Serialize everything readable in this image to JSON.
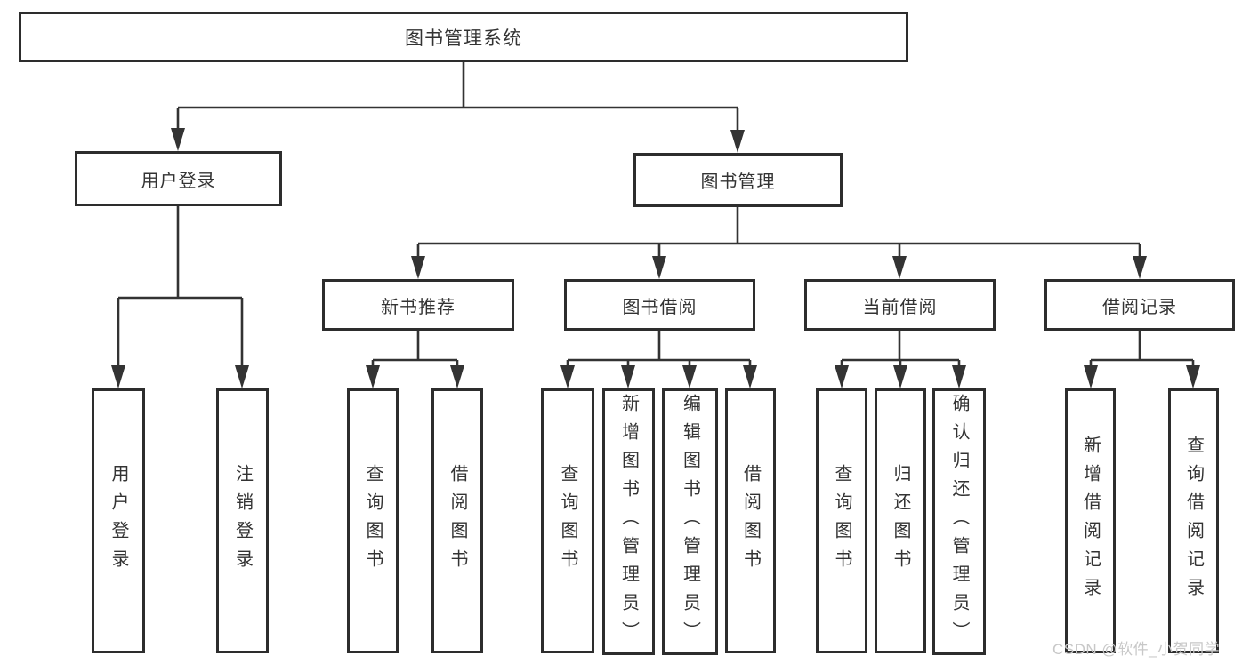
{
  "diagram": {
    "root": {
      "label": "图书管理系统"
    },
    "branches": [
      {
        "label": "用户登录",
        "children": [
          {
            "label": "用户登录"
          },
          {
            "label": "注销登录"
          }
        ]
      },
      {
        "label": "图书管理",
        "groups": [
          {
            "label": "新书推荐",
            "children": [
              {
                "label": "查询图书"
              },
              {
                "label": "借阅图书"
              }
            ]
          },
          {
            "label": "图书借阅",
            "children": [
              {
                "label": "查询图书"
              },
              {
                "label": "新增图书（管理员）"
              },
              {
                "label": "编辑图书（管理员）"
              },
              {
                "label": "借阅图书"
              }
            ]
          },
          {
            "label": "当前借阅",
            "children": [
              {
                "label": "查询图书"
              },
              {
                "label": "归还图书"
              },
              {
                "label": "确认归还（管理员）"
              }
            ]
          },
          {
            "label": "借阅记录",
            "children": [
              {
                "label": "新增借阅记录"
              },
              {
                "label": "查询借阅记录"
              }
            ]
          }
        ]
      }
    ]
  },
  "watermark": {
    "text": "CSDN @软件_小贺同学"
  },
  "colors": {
    "line": "#333333",
    "node_border": "#2d2d2d",
    "background": "#ffffff",
    "watermark": "#c8c8c8"
  }
}
